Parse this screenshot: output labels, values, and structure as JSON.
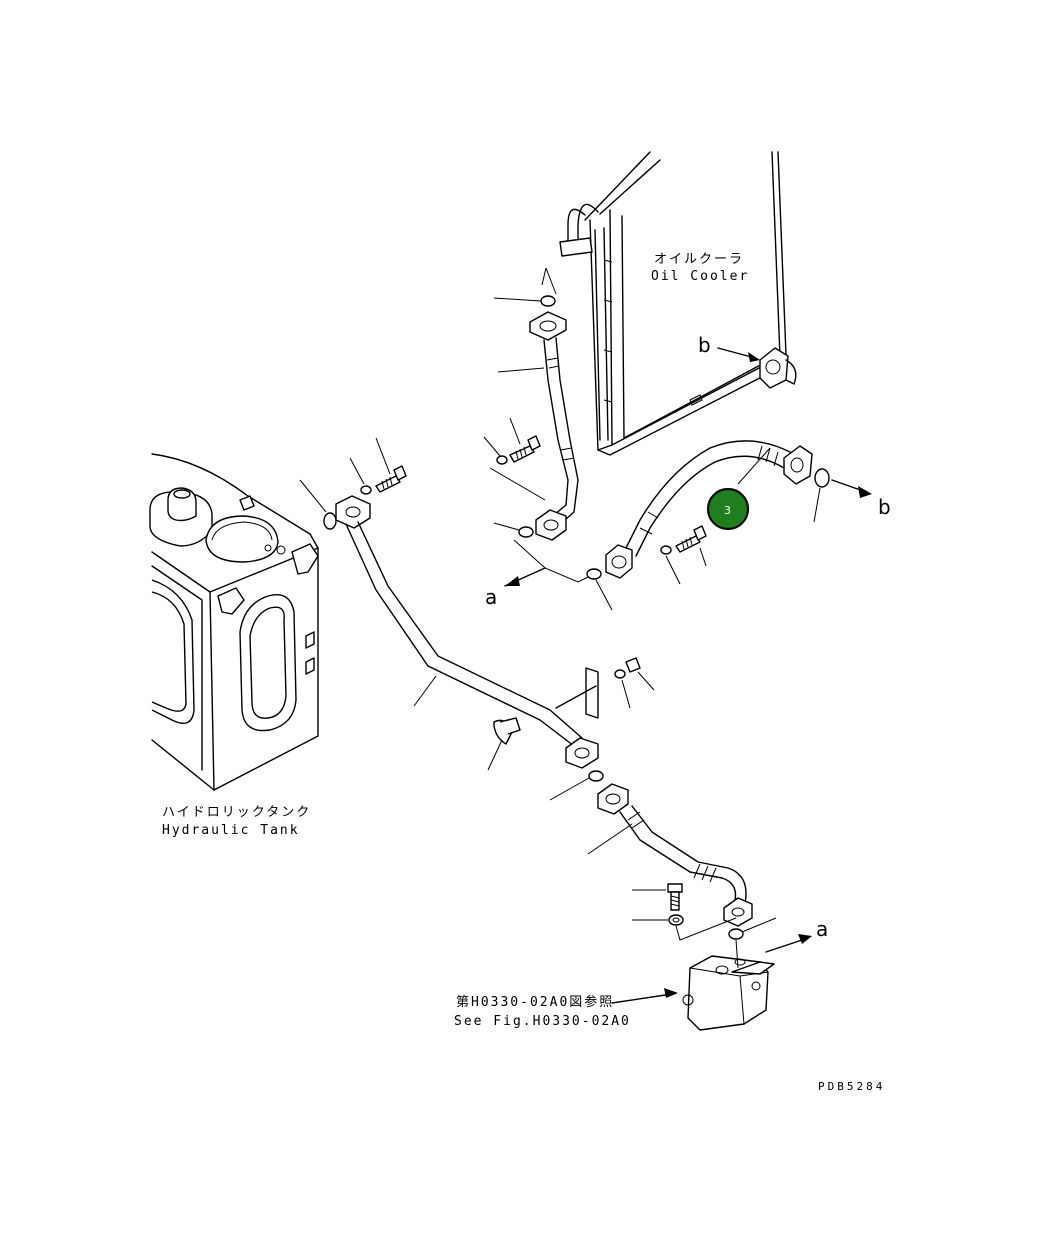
{
  "labels": {
    "oil_cooler_jp": "オイルクーラ",
    "oil_cooler_en": "Oil Cooler",
    "hydraulic_tank_jp": "ハイドロリックタンク",
    "hydraulic_tank_en": "Hydraulic Tank",
    "see_fig_jp": "第H0330-02A0図参照",
    "see_fig_en": "See Fig.H0330-02A0",
    "drawing_code": "PDB5284"
  },
  "references": {
    "a_left": "a",
    "a_right": "a",
    "b_top": "b",
    "b_right": "b"
  },
  "callout": {
    "number": "3",
    "color": "#1f7f1f"
  }
}
